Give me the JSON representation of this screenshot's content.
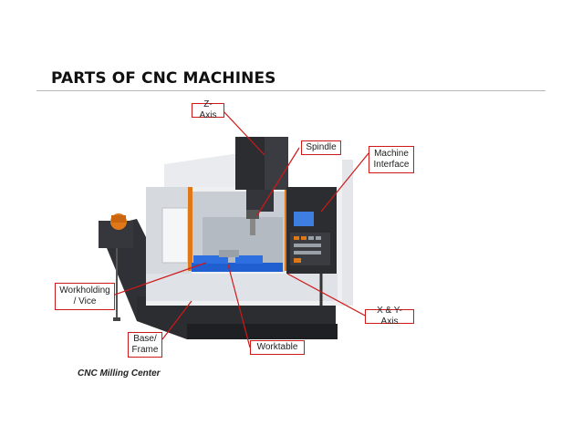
{
  "title": "PARTS OF CNC MACHINES",
  "labels": {
    "z_axis": "Z-Axis",
    "spindle": "Spindle",
    "machine_interface": "Machine Interface",
    "workholding": "Workholding / Vice",
    "xy_axis": "X & Y-Axis",
    "base_frame": "Base/ Frame",
    "worktable": "Worktable"
  },
  "caption": "CNC Milling Center",
  "colors": {
    "callout": "#d01818",
    "accent_orange": "#e07818",
    "table_blue": "#1f5fd0",
    "machine_dark": "#2b2d31",
    "machine_white": "#eef0f2"
  }
}
